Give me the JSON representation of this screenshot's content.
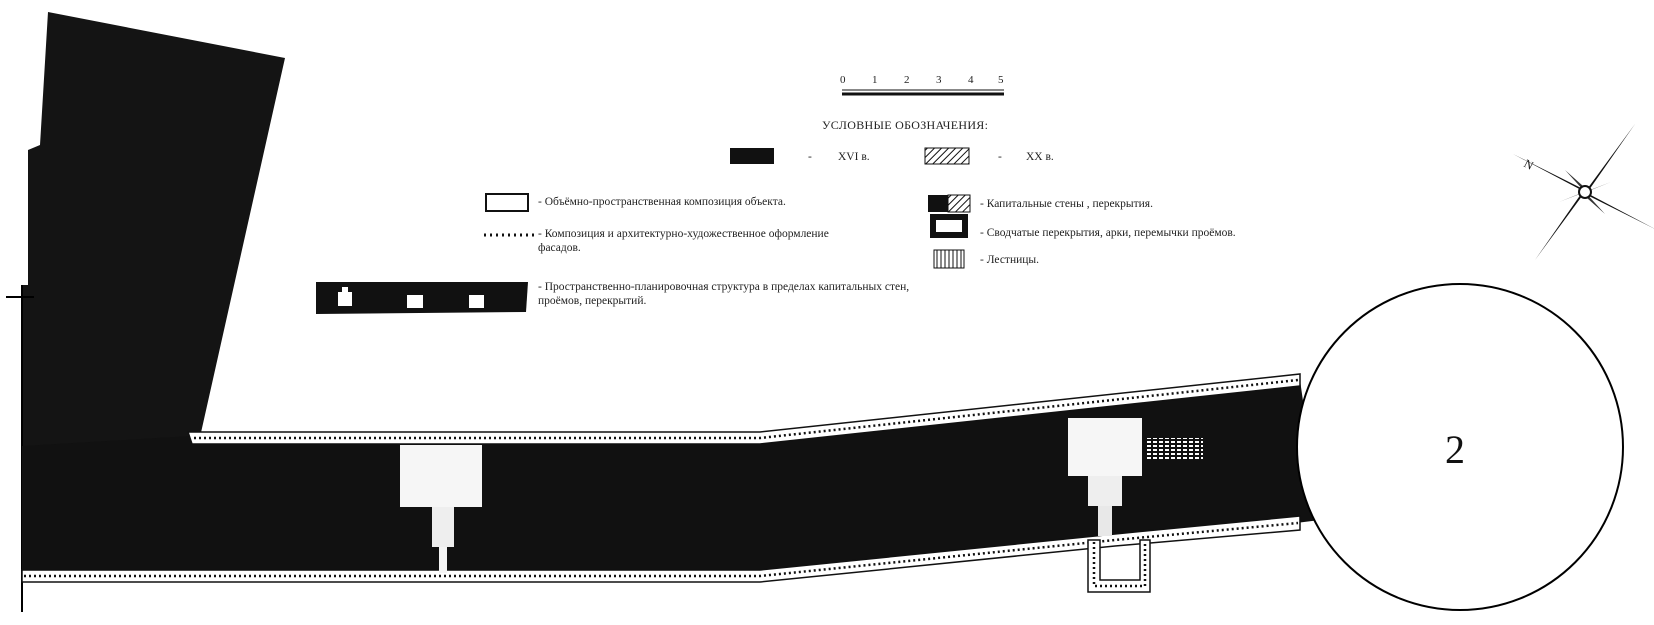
{
  "scale": {
    "ticks": [
      "0",
      "1",
      "2",
      "3",
      "4",
      "5"
    ]
  },
  "legend": {
    "title": "УСЛОВНЫЕ ОБОЗНАЧЕНИЯ:",
    "dash": "-",
    "period_16": "XVI в.",
    "period_20": "XX в.",
    "volume": "- Объёмно-пространственная композиция объекта.",
    "facades": "- Композиция и архитектурно-художественное оформление фасадов.",
    "planning": "- Пространственно-планировочная структура в пределах капитальных  стен, проёмов, перекрытий.",
    "walls": "- Капитальные стены , перекрытия.",
    "vaults": "- Сводчатые перекрытия, арки, перемычки проёмов.",
    "stairs": "- Лестницы."
  },
  "map": {
    "circle_label": "2"
  },
  "colors": {
    "wall": "#111111",
    "paper": "#ffffff",
    "dots": "#ffffff",
    "line": "#000000"
  },
  "icons": {
    "compass": "north-arrow-compass-rose"
  }
}
